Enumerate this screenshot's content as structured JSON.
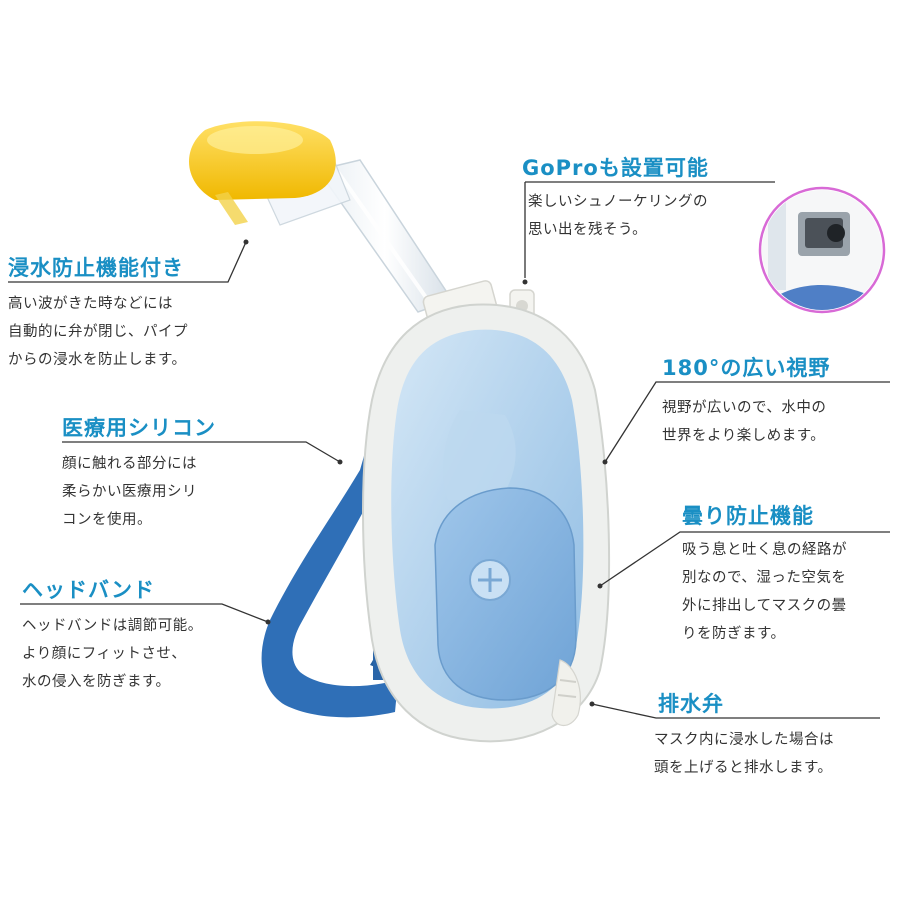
{
  "colors": {
    "accent": "#1a8fc4",
    "text": "#333333",
    "mask_frame": "#eef0ee",
    "lens": "#a9cdea",
    "strap": "#2f6fb7",
    "tube_top": "#f4c92a",
    "inset_ring": "#d86ad6"
  },
  "callouts": {
    "anti_flood": {
      "title": "浸水防止機能付き",
      "lines": [
        "高い波がきた時などには",
        "自動的に弁が閉じ、パイプ",
        "からの浸水を防止します。"
      ]
    },
    "silicone": {
      "title": "医療用シリコン",
      "lines": [
        "顔に触れる部分には",
        "柔らかい医療用シリ",
        "コンを使用。"
      ]
    },
    "headband": {
      "title": "ヘッドバンド",
      "lines": [
        "ヘッドバンドは調節可能。",
        "より顔にフィットさせ、",
        "水の侵入を防ぎます。"
      ]
    },
    "gopro": {
      "title": "GoProも設置可能",
      "lines": [
        "楽しいシュノーケリングの",
        "思い出を残そう。"
      ]
    },
    "wide_view": {
      "title": "180°の広い視野",
      "lines": [
        "視野が広いので、水中の",
        "世界をより楽しめます。"
      ]
    },
    "anti_fog": {
      "title": "曇り防止機能",
      "lines": [
        "吸う息と吐く息の経路が",
        "別なので、湿った空気を",
        "外に排出してマスクの曇",
        "りを防ぎます。"
      ]
    },
    "drain": {
      "title": "排水弁",
      "lines": [
        "マスク内に浸水した場合は",
        "頭を上げると排水します。"
      ]
    }
  }
}
